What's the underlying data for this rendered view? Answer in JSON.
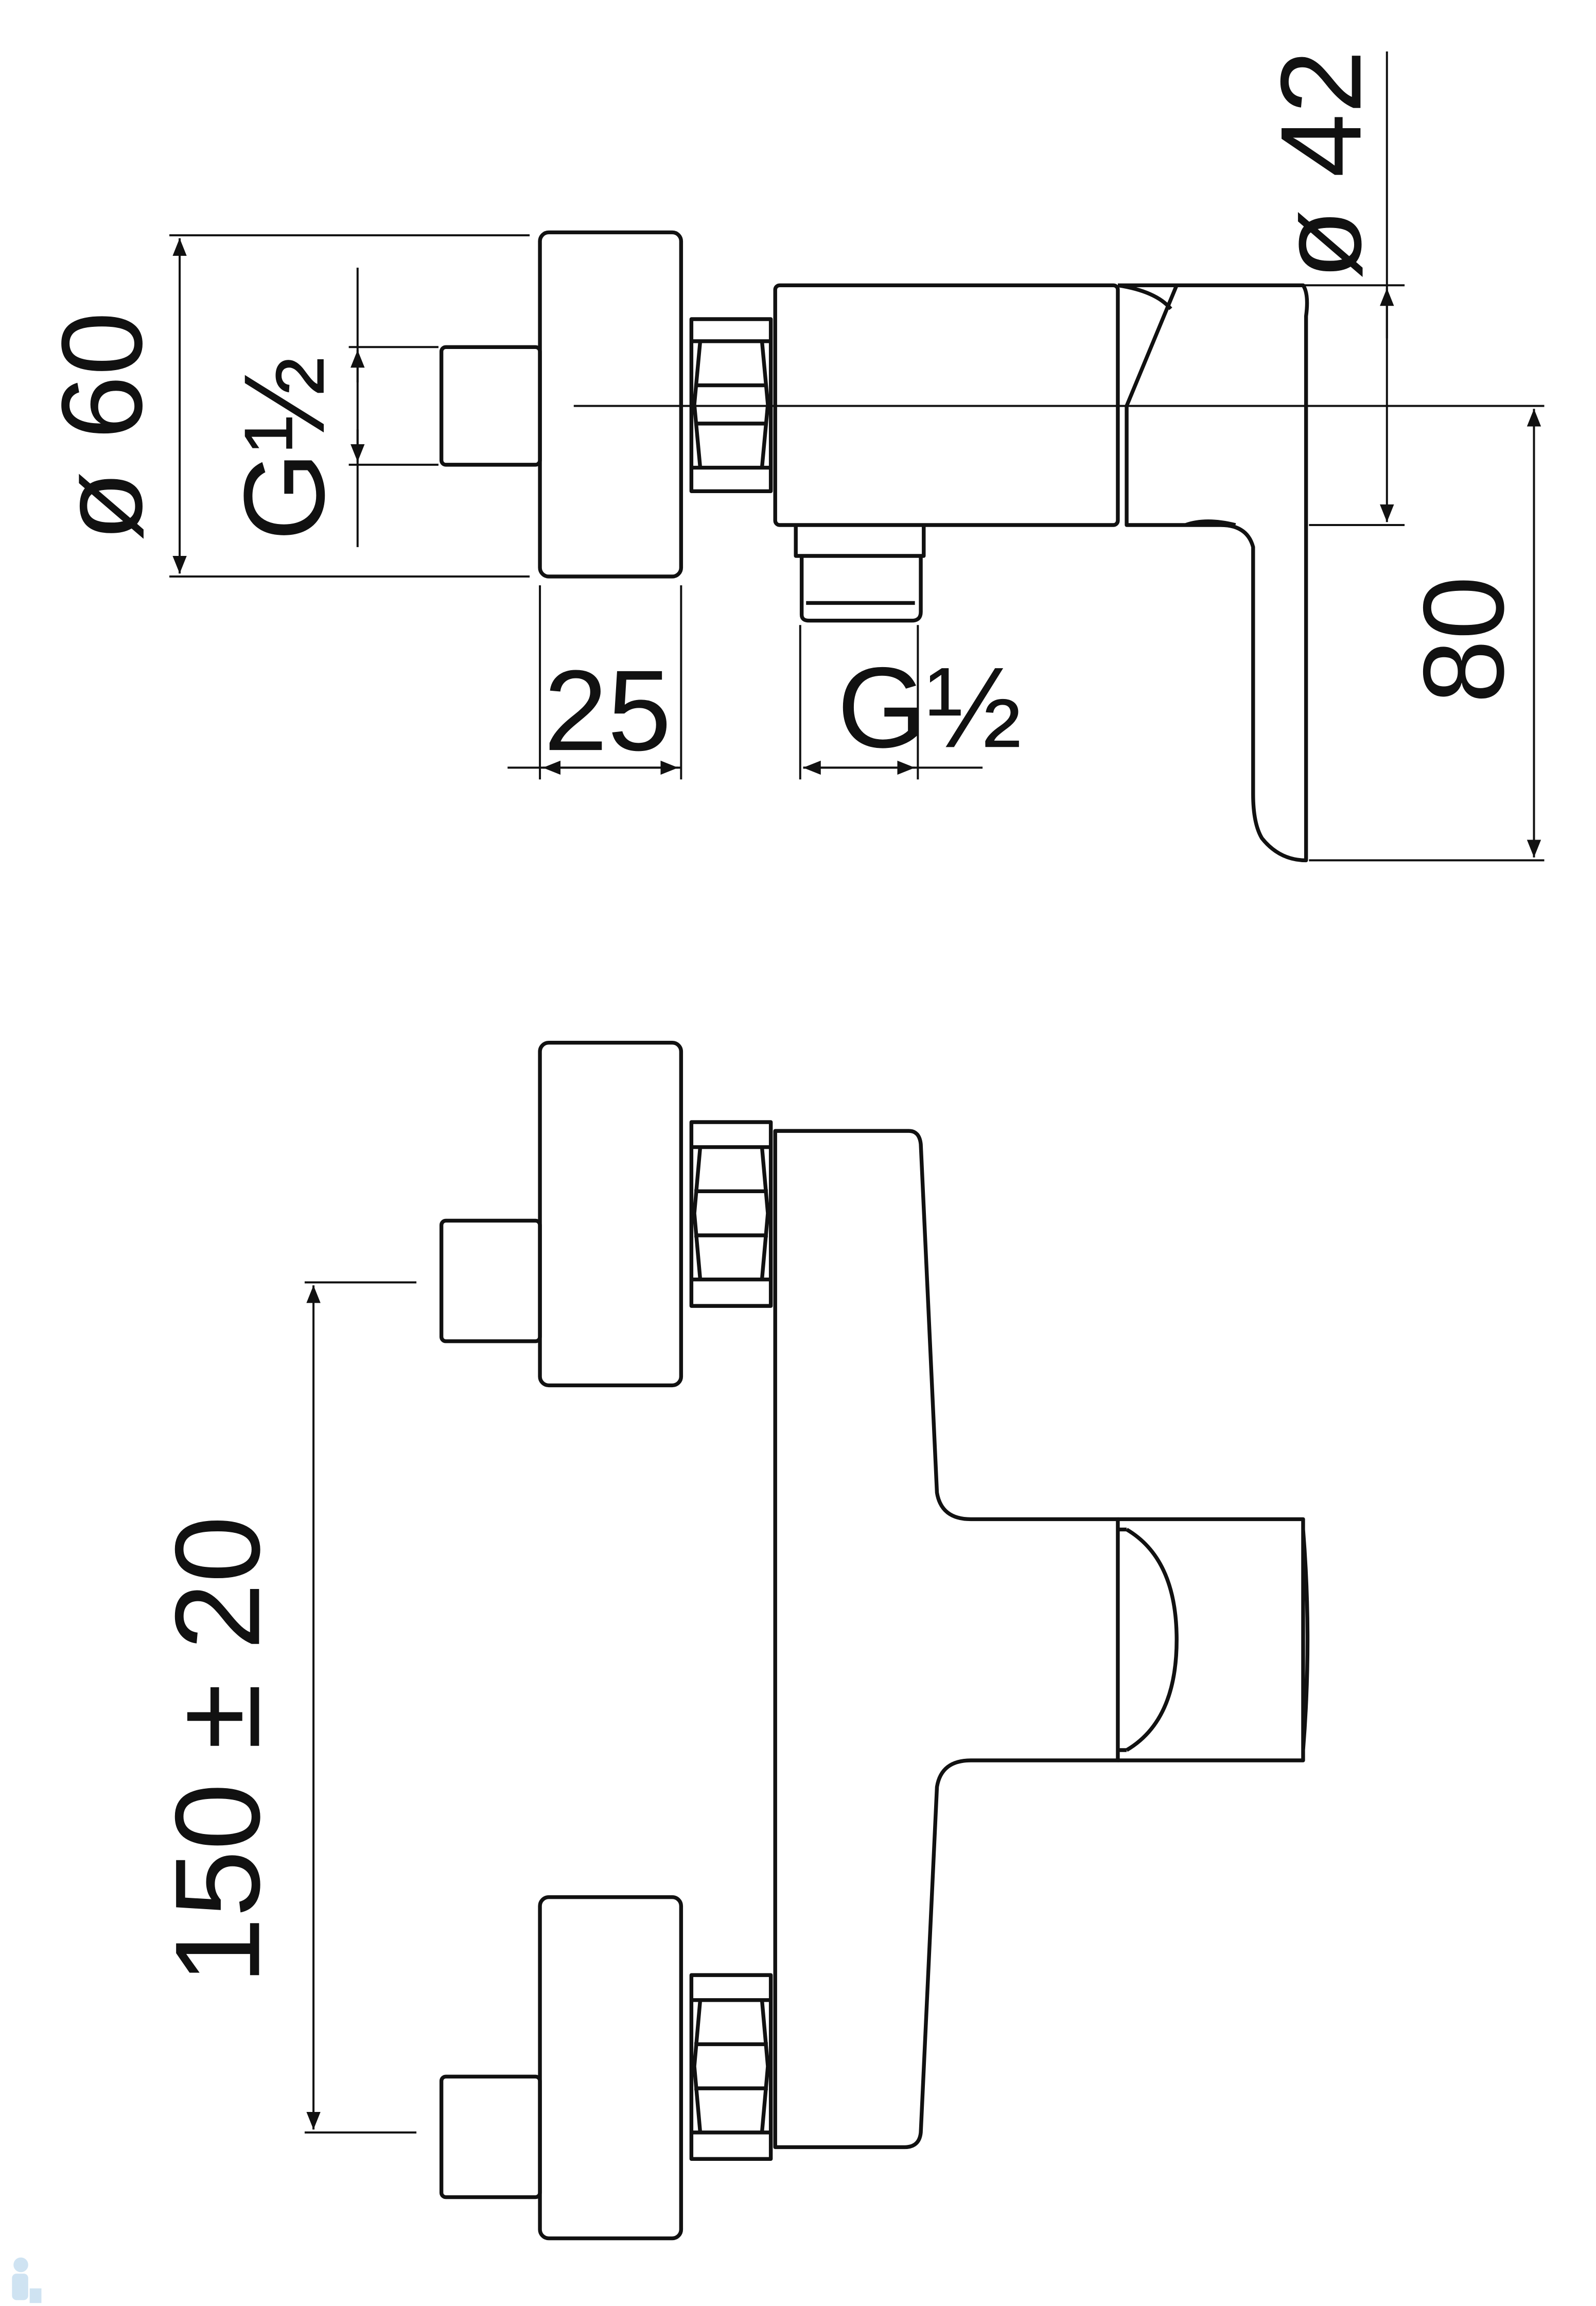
{
  "drawing": {
    "side_view": {
      "dims": {
        "wall_plate_diameter": "ø 60",
        "inlet_thread": "G½",
        "plate_depth": "25",
        "outlet_thread": "G½",
        "body_diameter": "ø 42",
        "lever_height": "80"
      }
    },
    "front_view": {
      "dims": {
        "center_distance": "150 ± 20"
      }
    },
    "watermark": "logo",
    "colors": {
      "line": "#111111",
      "logo": "#cfe3f2"
    }
  }
}
